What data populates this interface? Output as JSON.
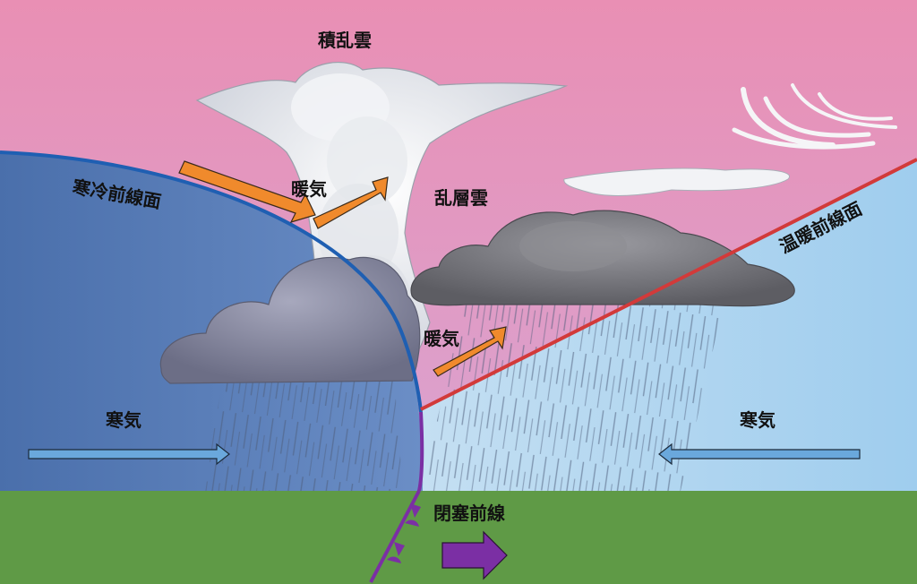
{
  "labels": {
    "cumulonimbus": "積乱雲",
    "cold_front_surface": "寒冷前線面",
    "warm_air_upper": "暖気",
    "nimbostratus": "乱層雲",
    "warm_front_surface": "温暖前線面",
    "warm_air_lower": "暖気",
    "cold_air_left": "寒気",
    "cold_air_right": "寒気",
    "occluded_front": "閉塞前線"
  },
  "colors": {
    "sky_top": "#e88fb3",
    "sky_bottom": "#dca3cf",
    "cold_air_left": "#4f74ad",
    "cold_air_right": "#a9d3ef",
    "ground": "#5f9a46",
    "cold_front_line": "#1f5fb2",
    "warm_front_line": "#d23a3a",
    "warm_air_arrow": "#f08a2c",
    "cold_air_arrow": "#6aa8dc",
    "occluded_front": "#7b2fa4"
  }
}
